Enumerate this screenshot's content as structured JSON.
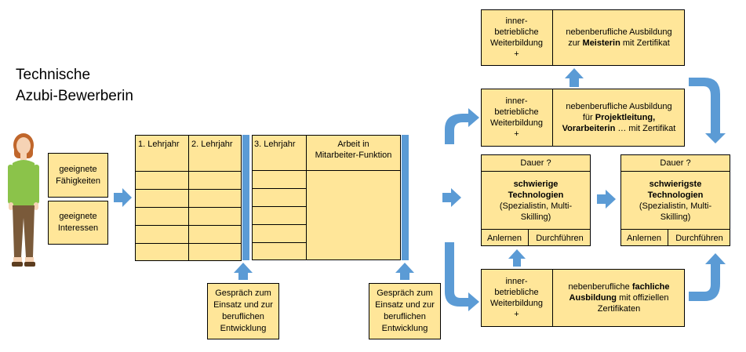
{
  "title": {
    "line1": "Technische",
    "line2": "Azubi-Bewerberin"
  },
  "left": {
    "faehigkeiten": [
      "geeignete",
      "Fähigkeiten"
    ],
    "interessen": [
      "geeignete",
      "Interessen"
    ]
  },
  "table1": {
    "col1": "1. Lehrjahr",
    "col2": "2. Lehrjahr"
  },
  "table2": {
    "col1": "3. Lehrjahr",
    "col2": [
      "Arbeit in",
      "Mitarbeiter-Funktion"
    ]
  },
  "gespraech": [
    "Gespräch zum",
    "Einsatz und zur",
    "beruflichen",
    "Entwicklung"
  ],
  "weiterbildung": [
    "inner-",
    "betriebliche",
    "Weiterbildung",
    "+"
  ],
  "meister": {
    "pre": "nebenberufliche Ausbildung",
    "pre2": "zur ",
    "bold": "Meisterin",
    "post": " mit Zertifikat"
  },
  "projekt": {
    "pre": "nebenberufliche Ausbildung",
    "pre2": "für ",
    "bold1": "Projektleitung,",
    "bold2": "Vorarbeiterin",
    "post": " … mit Zertifikat"
  },
  "fachlich": {
    "pre": "nebenberufliche ",
    "bold1": "fachliche",
    "bold2": "Ausbildung",
    "post": " mit offiziellen",
    "post2": "Zertifikaten"
  },
  "center": {
    "dauer": "Dauer ?",
    "line1": "schwierige",
    "line2": "Technologien",
    "line3": "(Spezialistin, Multi-",
    "line4": "Skilling)",
    "anlernen": "Anlernen",
    "durchfuehren": "Durchführen"
  },
  "right": {
    "dauer": "Dauer ?",
    "line1": "schwierigste",
    "line2": "Technologien",
    "line3": "(Spezialistin, Multi-",
    "line4": "Skilling)",
    "anlernen": "Anlernen",
    "durchfuehren": "Durchführen"
  },
  "colors": {
    "box": "#ffe699",
    "arrow": "#5b9bd5"
  }
}
